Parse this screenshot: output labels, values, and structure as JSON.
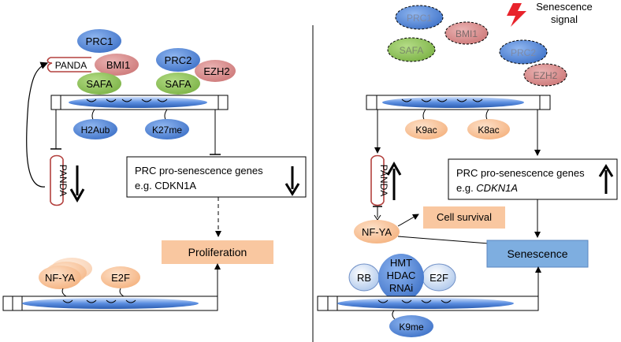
{
  "left": {
    "complex_top": {
      "prc1": "PRC1",
      "panda": "PANDA",
      "bmi1": "BMI1",
      "safa": "SAFA"
    },
    "complex_right": {
      "prc2": "PRC2",
      "ezh2": "EZH2",
      "safa": "SAFA"
    },
    "histone_marks": [
      "H2Aub",
      "K27me"
    ],
    "panda_locus": "PANDA",
    "prc_box": {
      "line1": "PRC pro-senescence genes",
      "line2": "e.g. CDKN1A"
    },
    "proliferation": "Proliferation",
    "nfya": "NF-YA",
    "e2f": "E2F"
  },
  "right": {
    "senescence_signal": {
      "line1": "Senescence",
      "line2": "signal"
    },
    "dissociated": [
      "PRC1",
      "BMI1",
      "SAFA",
      "PRC2",
      "EZH2"
    ],
    "histone_marks": [
      "K9ac",
      "K8ac"
    ],
    "panda_locus": "PANDA",
    "prc_box": {
      "line1": "PRC pro-senescence genes",
      "line2_prefix": "e.g. ",
      "line2_gene": "CDKN1A"
    },
    "cell_survival": "Cell survival",
    "nfya": "NF-YA",
    "senescence": "Senescence",
    "rb": "RB",
    "repressor": {
      "line1": "HMT",
      "line2": "HDAC",
      "line3": "RNAi"
    },
    "e2f": "E2F",
    "k9me": "K9me"
  },
  "colors": {
    "blue": "#4a7fd4",
    "green": "#8dc15a",
    "pink": "#d98b8b",
    "orange": "#f8c49a",
    "orange_box": "#f9c7a0",
    "senescence_box": "#7eaee0",
    "lightning": "#e8232b"
  }
}
